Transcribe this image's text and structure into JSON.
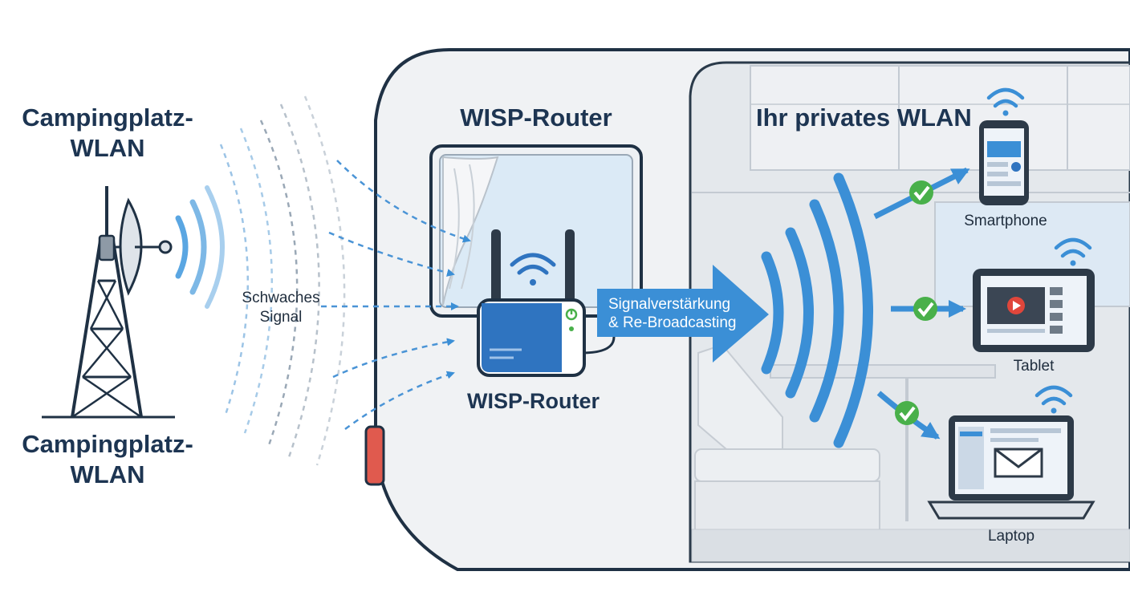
{
  "tower": {
    "title_top": [
      "Campingplatz-",
      "WLAN"
    ],
    "title_bottom": [
      "Campingplatz-",
      "WLAN"
    ]
  },
  "signal": {
    "label": [
      "Schwaches",
      "Signal"
    ]
  },
  "router": {
    "title_top": "WISP-Router",
    "label_under": "WISP-Router"
  },
  "boost_arrow": {
    "label": [
      "Signalverstärkung",
      "& Re-Broadcasting"
    ]
  },
  "private": {
    "title": "Ihr privates WLAN"
  },
  "devices": [
    {
      "name": "Smartphone"
    },
    {
      "name": "Tablet"
    },
    {
      "name": "Laptop"
    }
  ],
  "colors": {
    "accent_blue": "#3b8fd6",
    "router_blue": "#2f74c0",
    "title_navy": "#1d3552",
    "check_green": "#49b04a",
    "tail_light": "#e05a4e"
  }
}
